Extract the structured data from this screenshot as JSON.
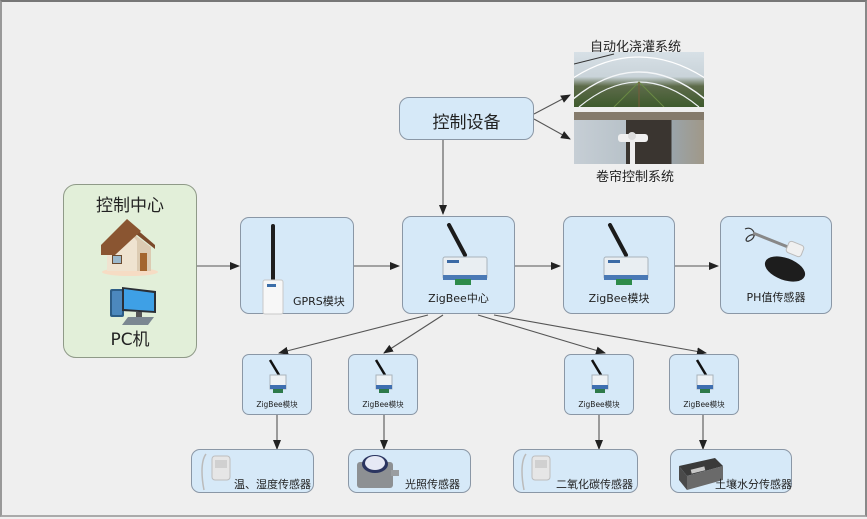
{
  "diagram": {
    "control_center": {
      "title": "控制中心",
      "house_icon": "house-icon",
      "pc_icon": "desktop-computer-icon",
      "pc_label": "PC机"
    },
    "control_device": {
      "label": "控制设备"
    },
    "actuators": [
      {
        "label": "自动化浇灌系统",
        "image": "greenhouse-irrigation-photo"
      },
      {
        "label": "卷帘控制系统",
        "image": "roller-shutter-motor-photo"
      }
    ],
    "gprs_module": {
      "label": "GPRS模块",
      "icon": "gprs-antenna-device-icon"
    },
    "zigbee_center": {
      "label": "ZigBee中心",
      "icon": "zigbee-router-icon"
    },
    "zigbee_module_main": {
      "label": "ZigBee模块",
      "icon": "zigbee-router-icon"
    },
    "ph_sensor": {
      "label": "PH值传感器",
      "icon": "ph-probe-icon"
    },
    "zigbee_nodes": [
      {
        "label": "ZigBee模块"
      },
      {
        "label": "ZigBee模块"
      },
      {
        "label": "ZigBee模块"
      },
      {
        "label": "ZigBee模块"
      }
    ],
    "sensors": [
      {
        "label": "温、湿度传感器",
        "icon": "temp-humidity-sensor-icon"
      },
      {
        "label": "光照传感器",
        "icon": "light-sensor-icon"
      },
      {
        "label": "二氧化碳传感器",
        "icon": "co2-sensor-icon"
      },
      {
        "label": "土壤水分传感器",
        "icon": "soil-moisture-sensor-icon"
      }
    ],
    "connections": [
      [
        "控制中心",
        "GPRS模块"
      ],
      [
        "GPRS模块",
        "ZigBee中心"
      ],
      [
        "控制设备",
        "ZigBee中心"
      ],
      [
        "控制设备",
        "自动化浇灌系统"
      ],
      [
        "控制设备",
        "卷帘控制系统"
      ],
      [
        "ZigBee中心",
        "ZigBee模块"
      ],
      [
        "ZigBee模块",
        "PH值传感器"
      ],
      [
        "ZigBee中心",
        "ZigBee模块(温、湿度)"
      ],
      [
        "ZigBee中心",
        "ZigBee模块(光照)"
      ],
      [
        "ZigBee中心",
        "ZigBee模块(二氧化碳)"
      ],
      [
        "ZigBee中心",
        "ZigBee模块(土壤水分)"
      ],
      [
        "ZigBee模块",
        "温、湿度传感器"
      ],
      [
        "ZigBee模块",
        "光照传感器"
      ],
      [
        "ZigBee模块",
        "二氧化碳传感器"
      ],
      [
        "ZigBee模块",
        "土壤水分传感器"
      ]
    ]
  }
}
